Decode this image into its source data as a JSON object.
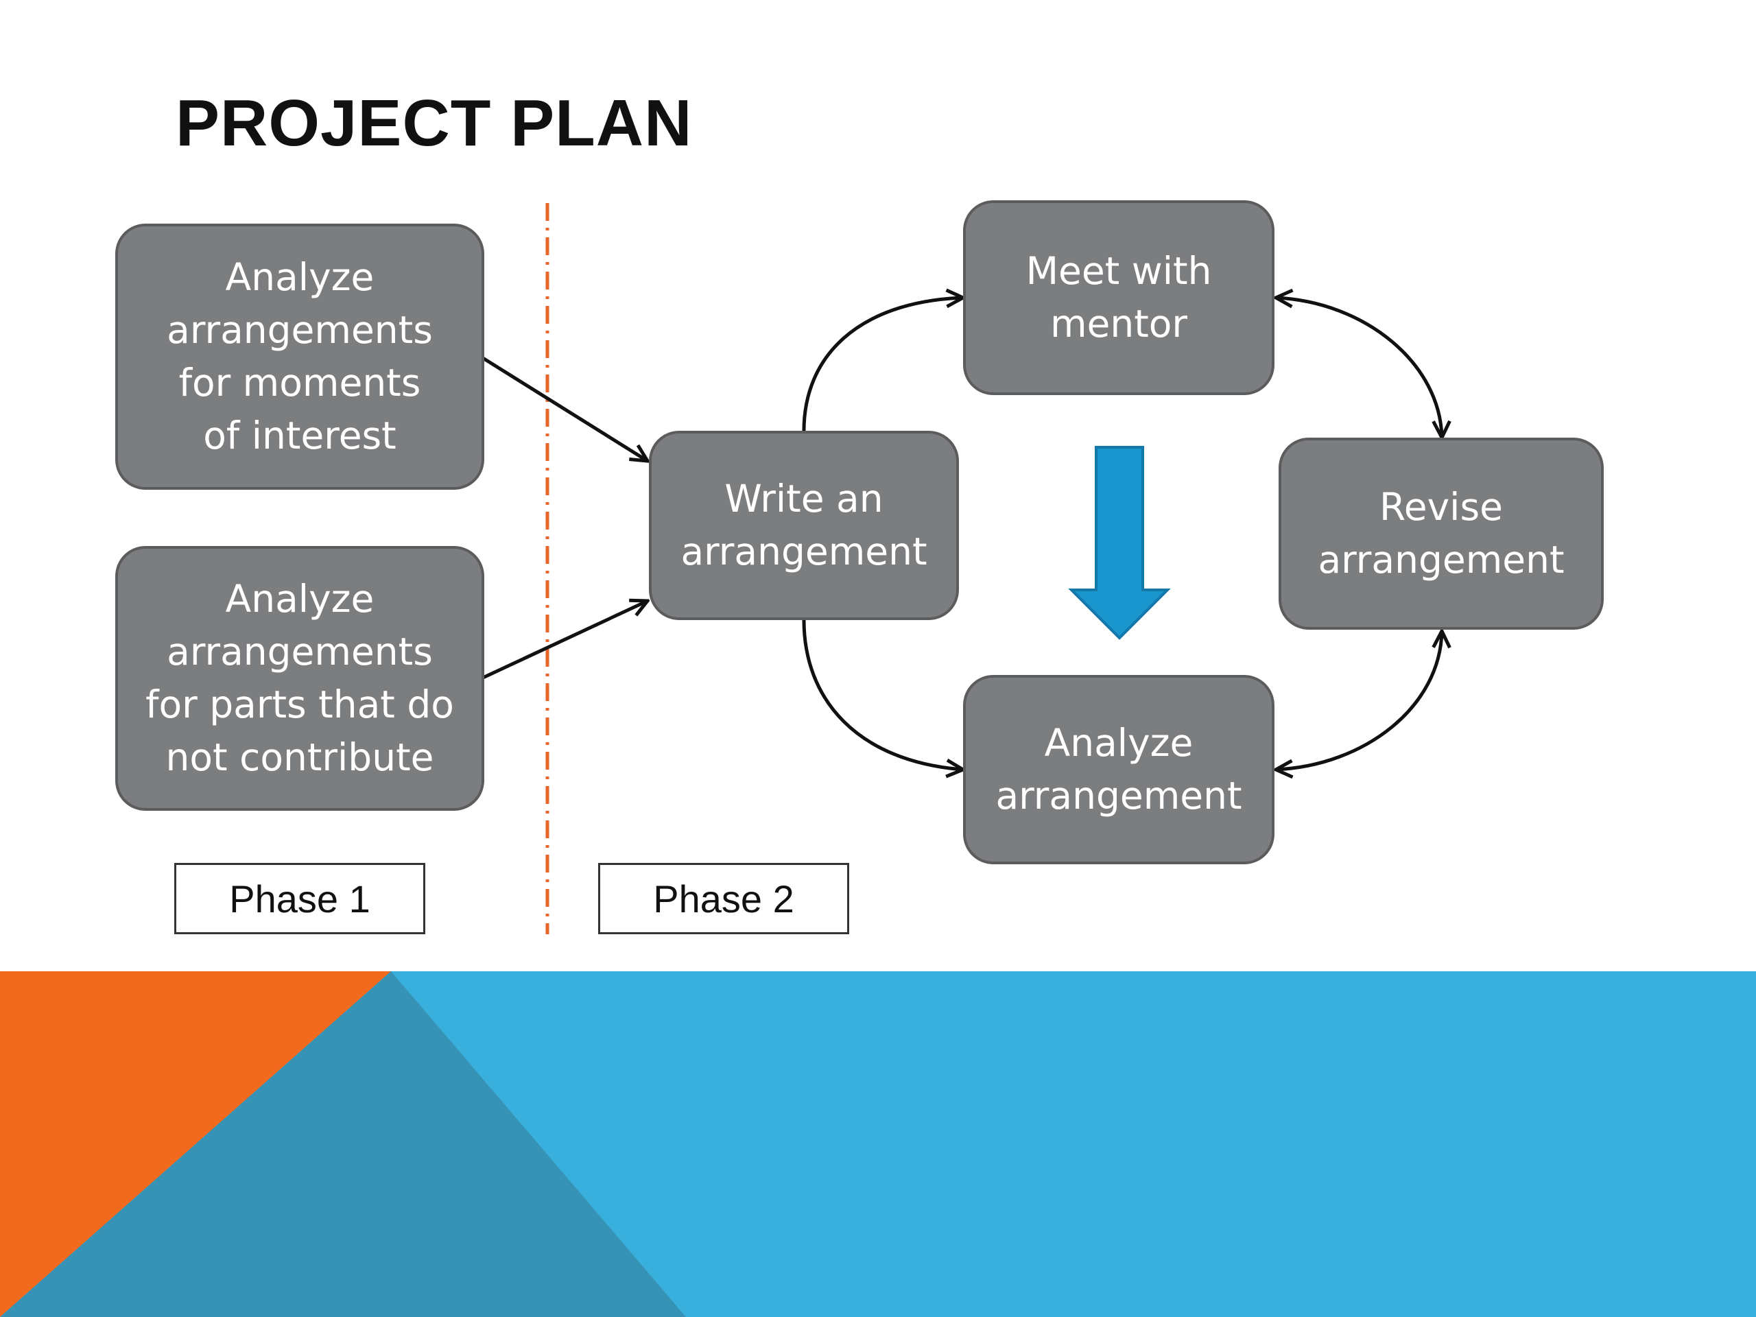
{
  "slide": {
    "title": "PROJECT PLAN"
  },
  "nodes": {
    "analyze_moments": "Analyze\narrangements\nfor moments\nof interest",
    "analyze_parts": "Analyze\narrangements\nfor parts that do\nnot contribute",
    "write": "Write an\narrangement",
    "meet": "Meet with\nmentor",
    "revise": "Revise\narrangement",
    "analyze": "Analyze\narrangement"
  },
  "phases": {
    "phase1": "Phase 1",
    "phase2": "Phase 2"
  },
  "colors": {
    "node_fill": "#7c7d7f",
    "node_border": "#5b5c5e",
    "divider": "#e8662a",
    "down_arrow": "#1a96cf",
    "band_blue": "#38afdc",
    "band_orange": "#f26a1e",
    "band_teal": "#3793b6"
  },
  "icons": {
    "process_arrow": "down-arrow-icon"
  }
}
